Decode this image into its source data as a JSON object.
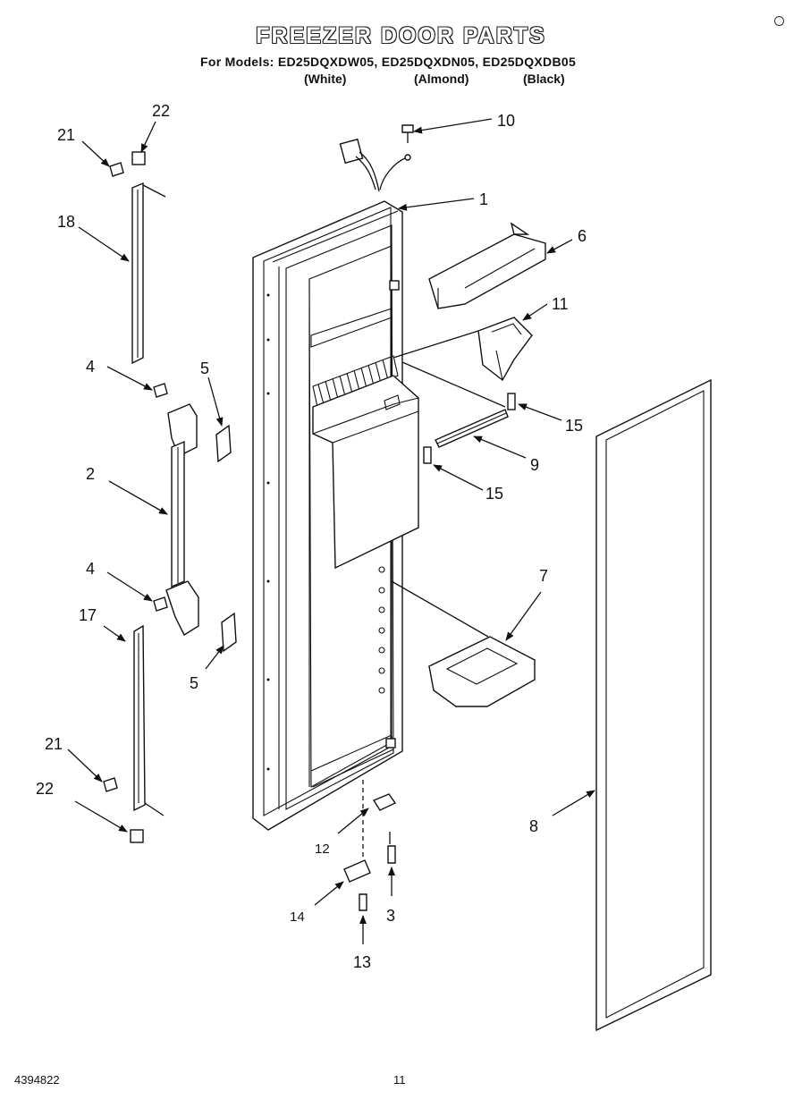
{
  "title": "FREEZER DOOR PARTS",
  "models_line": "For Models: ED25DQXDW05, ED25DQXDN05, ED25DQXDB05",
  "colors": [
    "(White)",
    "(Almond)",
    "(Black)"
  ],
  "footer": {
    "doc_number": "4394822",
    "page_number": "11"
  },
  "callouts": [
    "1",
    "2",
    "3",
    "4",
    "4",
    "5",
    "5",
    "6",
    "7",
    "8",
    "9",
    "10",
    "11",
    "12",
    "13",
    "14",
    "15",
    "15",
    "17",
    "18",
    "21",
    "21",
    "22",
    "22"
  ]
}
